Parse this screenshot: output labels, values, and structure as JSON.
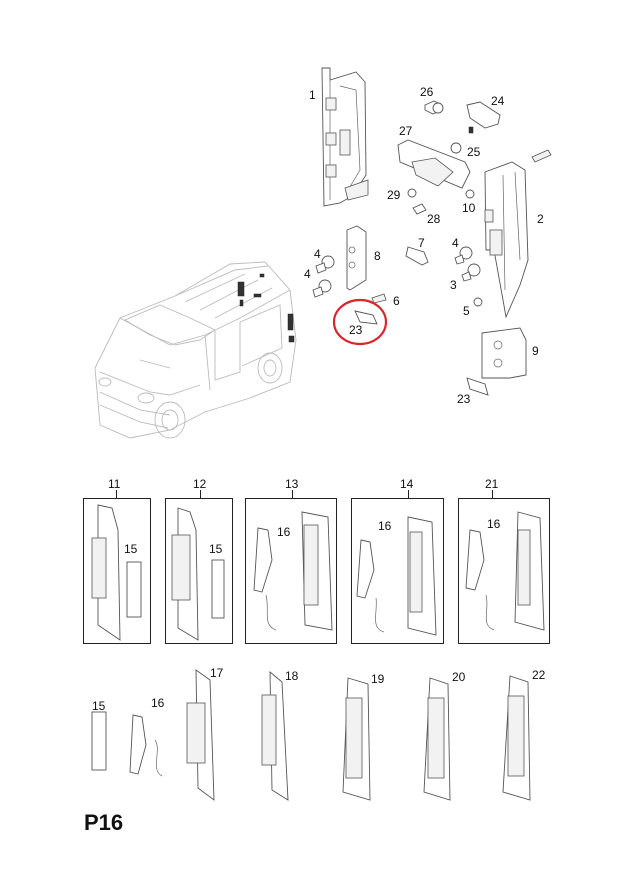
{
  "page": {
    "code": "P16",
    "highlight_color": "#d9262c"
  },
  "top_callouts": {
    "c1": "1",
    "c2": "2",
    "c3": "3",
    "c4a": "4",
    "c4b": "4",
    "c4c": "4",
    "c5": "5",
    "c6": "6",
    "c7": "7",
    "c8": "8",
    "c9": "9",
    "c10": "10",
    "c23a": "23",
    "c23b": "23",
    "c24": "24",
    "c25": "25",
    "c26": "26",
    "c27": "27",
    "c28": "28",
    "c29": "29"
  },
  "boxed_groups": [
    {
      "label": "11",
      "sub": [
        "15"
      ]
    },
    {
      "label": "12",
      "sub": [
        "15"
      ]
    },
    {
      "label": "13",
      "sub": [
        "16"
      ]
    },
    {
      "label": "14",
      "sub": [
        "16"
      ]
    },
    {
      "label": "21",
      "sub": [
        "16"
      ]
    }
  ],
  "bottom_parts": {
    "c15": "15",
    "c16": "16",
    "c17": "17",
    "c18": "18",
    "c19": "19",
    "c20": "20",
    "c22": "22"
  }
}
